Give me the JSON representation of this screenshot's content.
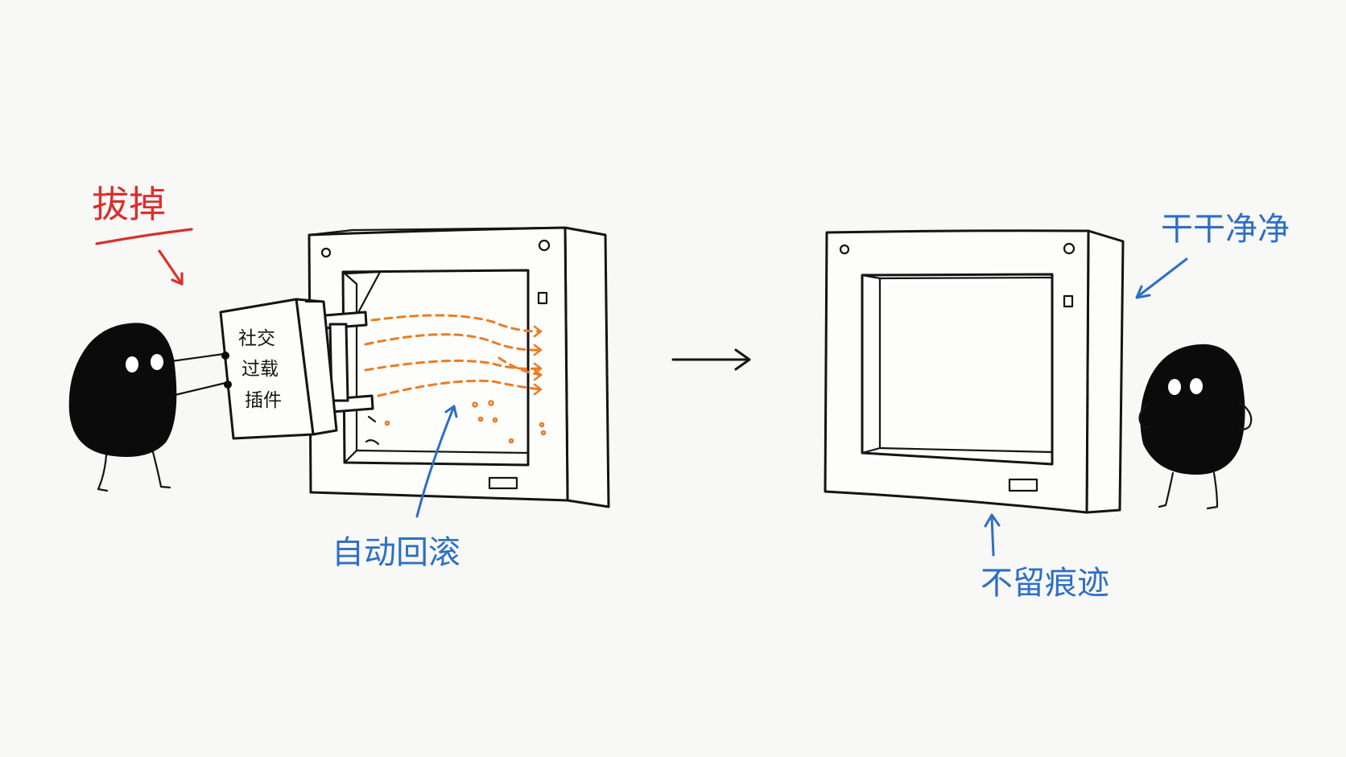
{
  "labels": {
    "unplug": "拔掉",
    "plugin_line1": "社交",
    "plugin_line2": "过载",
    "plugin_line3": "插件",
    "auto_rollback": "自动回滚",
    "clean": "干干净净",
    "no_trace": "不留痕迹"
  },
  "colors": {
    "background": "#f8f8f7",
    "ink": "#141414",
    "red": "#d9302a",
    "blue": "#2e6fc4",
    "orange": "#ea7d24"
  }
}
